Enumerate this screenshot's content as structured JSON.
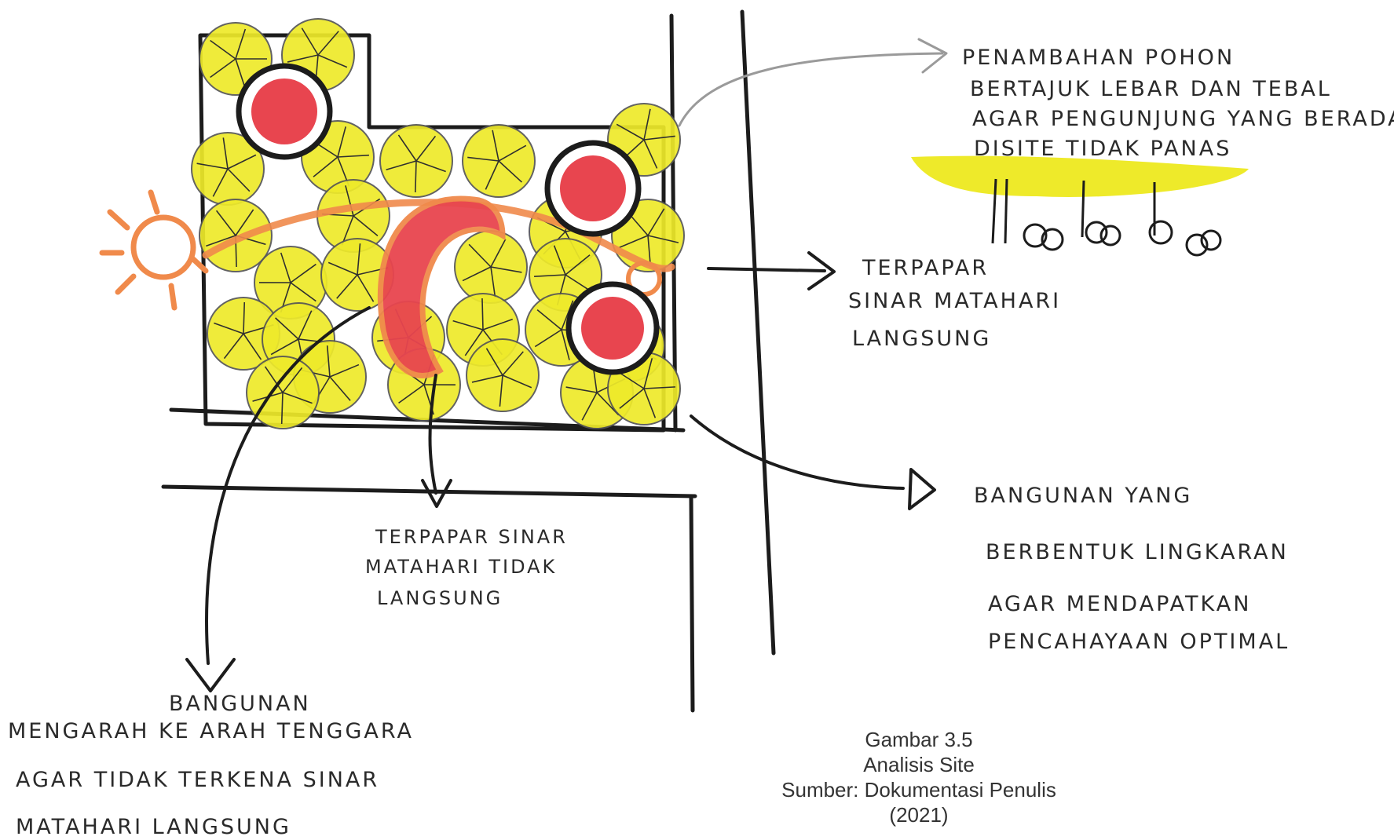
{
  "annotations": {
    "top_right": [
      "PENAMBAHAN POHON",
      "BERTAJUK LEBAR DAN TEBAL",
      "AGAR PENGUNJUNG YANG BERADA",
      "DISITE TIDAK PANAS"
    ],
    "mid_right": [
      "TERPAPAR",
      "SINAR MATAHARI",
      "LANGSUNG"
    ],
    "center": [
      "TERPAPAR SINAR",
      "MATAHARI TIDAK",
      "LANGSUNG"
    ],
    "bottom_right": [
      "BANGUNAN YANG",
      "BERBENTUK LINGKARAN",
      "AGAR MENDAPATKAN",
      "PENCAHAYAAN OPTIMAL"
    ],
    "bottom_left": [
      "BANGUNAN",
      "MENGARAH KE ARAH TENGGARA",
      "AGAR TIDAK TERKENA SINAR",
      "MATAHARI LANGSUNG"
    ]
  },
  "caption": {
    "figure": "Gambar 3.5",
    "title": "Analisis Site",
    "source": "Sumber: Dokumentasi Penulis (2021)"
  },
  "colors": {
    "tree": "#eeea2a",
    "building": "#e8454f",
    "sun": "#f08a4b",
    "ink": "#1c1c1c"
  }
}
